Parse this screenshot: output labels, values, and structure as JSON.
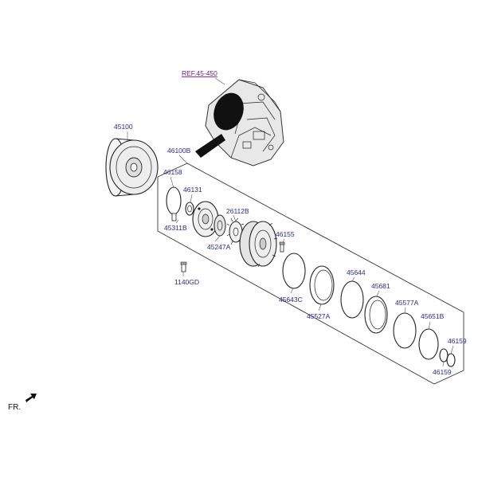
{
  "diagram": {
    "reference": "REF.45-450",
    "direction_label": "FR.",
    "parts": [
      {
        "id": "p45100",
        "number": "45100"
      },
      {
        "id": "p46100B",
        "number": "46100B"
      },
      {
        "id": "p46158",
        "number": "46158"
      },
      {
        "id": "p46131",
        "number": "46131"
      },
      {
        "id": "p53311B",
        "number": "45311B"
      },
      {
        "id": "p26112B",
        "number": "26112B"
      },
      {
        "id": "p45247A",
        "number": "45247A"
      },
      {
        "id": "p46155",
        "number": "46155"
      },
      {
        "id": "p1140GD",
        "number": "1140GD"
      },
      {
        "id": "p45643C",
        "number": "45643C"
      },
      {
        "id": "p45644",
        "number": "45644"
      },
      {
        "id": "p45527A",
        "number": "45527A"
      },
      {
        "id": "p45681",
        "number": "45681"
      },
      {
        "id": "p45577A",
        "number": "45577A"
      },
      {
        "id": "p45651B",
        "number": "45651B"
      },
      {
        "id": "p46159a",
        "number": "46159"
      },
      {
        "id": "p46159b",
        "number": "46159"
      }
    ],
    "icons": {
      "direction_arrow": "arrow-icon"
    }
  }
}
